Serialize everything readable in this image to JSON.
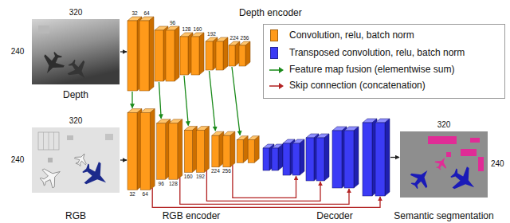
{
  "diagram": {
    "nodes": [
      {
        "text": [
          "Depth"
        ]
      },
      {
        "text": [
          "Depth encoder"
        ]
      },
      {
        "text": [
          "RGB"
        ]
      },
      {
        "text": [
          "RGB encoder"
        ]
      },
      {
        "text": [
          "Decoder"
        ]
      },
      {
        "text": [
          "Semantic segmentation"
        ]
      }
    ],
    "edges": [
      {
        "from": 0,
        "to": 1,
        "arrow": "to"
      },
      {
        "from": 2,
        "to": 3,
        "arrow": "to"
      },
      {
        "from": 1,
        "to": 3,
        "arrow": "to"
      },
      {
        "from": 3,
        "to": 4,
        "arrow": "to"
      },
      {
        "from": 4,
        "to": 5,
        "arrow": "to"
      }
    ],
    "labels": [
      "320",
      "240",
      "32",
      "64",
      "96",
      "128",
      "160",
      "192",
      "224",
      "256",
      "320",
      "240",
      "32",
      "64",
      "96",
      "128",
      "160",
      "192",
      "224",
      "256",
      "320",
      "240"
    ],
    "legend": [
      {
        "text": "Convolution, relu, batch norm",
        "color": "#ff9a1a"
      },
      {
        "text": "Transposed convolution, relu, batch norm",
        "color": "#3b3bf5"
      },
      {
        "text": "Feature map fusion (elementwise sum)"
      },
      {
        "text": "Skip connection (concatenation)"
      }
    ]
  }
}
